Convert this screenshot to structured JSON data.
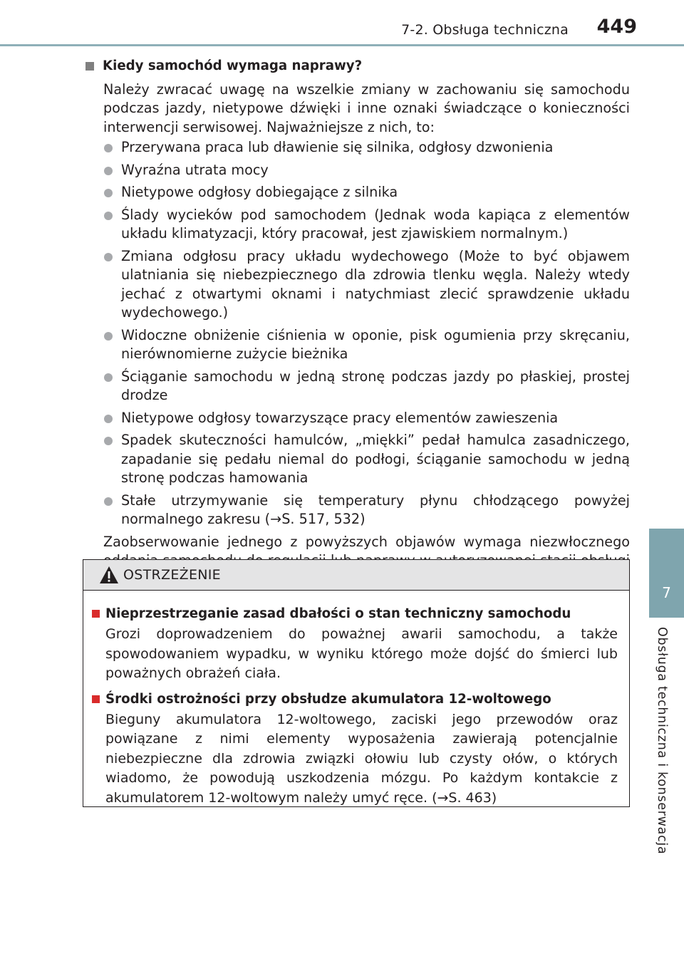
{
  "header": {
    "section": "7-2. Obsługa techniczna",
    "page_number": "449"
  },
  "side_tab": {
    "number": "7",
    "text": "Obsługa techniczna i konserwacja"
  },
  "section": {
    "heading": "Kiedy samochód wymaga naprawy?",
    "intro": "Należy zwracać uwagę na wszelkie zmiany w zachowaniu się samochodu podczas jazdy, nietypowe dźwięki i inne oznaki świadczące o konieczności interwencji serwisowej. Najważniejsze z nich, to:",
    "bullets": [
      "Przerywana praca lub dławienie się silnika, odgłosy dzwonienia",
      "Wyraźna utrata mocy",
      "Nietypowe odgłosy dobiegające z silnika",
      "Ślady wycieków pod samochodem (Jednak woda kapiąca z elementów układu klimatyzacji, który pracował, jest zjawiskiem normalnym.)",
      "Zmiana odgłosu pracy układu wydechowego (Może to być objawem ulatniania się niebezpiecznego dla zdrowia tlenku węgla. Należy wtedy jechać z otwartymi oknami i natychmiast zlecić sprawdzenie układu wydechowego.)",
      "Widoczne obniżenie ciśnienia w oponie, pisk ogumienia przy skręcaniu, nierównomierne zużycie bieżnika",
      "Ściąganie samochodu w jedną stronę podczas jazdy po płaskiej, prostej drodze",
      "Nietypowe odgłosy towarzyszące pracy elementów zawieszenia",
      "Spadek skuteczności hamulców, „miękki” pedał hamulca zasadniczego, zapadanie się pedału niemal do podłogi, ściąganie samochodu w jedną stronę podczas hamowania",
      "Stałe utrzymywanie się temperatury płynu chłodzącego powyżej normalnego zakresu (→S. 517, 532)"
    ],
    "closing": "Zaobserwowanie jednego z powyższych objawów wymaga niezwłocznego oddania samochodu do regulacji lub naprawy w autoryzowanej stacji obsługi Lexusa lub innym specjalistycznym warsztacie."
  },
  "warning": {
    "title": "OSTRZEŻENIE",
    "items": [
      {
        "heading": "Nieprzestrzeganie zasad dbałości o stan techniczny samochodu",
        "text": "Grozi doprowadzeniem do poważnej awarii samochodu, a także spowodowaniem wypadku, w wyniku którego może dojść do śmierci lub poważnych obrażeń ciała."
      },
      {
        "heading": "Środki ostrożności przy obsłudze akumulatora 12-woltowego",
        "text": "Bieguny akumulatora 12-woltowego, zaciski jego przewodów oraz powiązane z nimi elementy wyposażenia zawierają potencjalnie niebezpieczne dla zdrowia związki ołowiu lub czysty ołów, o których wiadomo, że powodują uszkodzenia mózgu. Po każdym kontakcie z akumulatorem 12-woltowym należy umyć ręce. (→S. 463)"
      }
    ]
  },
  "colors": {
    "accent_teal": "#7fa5ae",
    "warning_square": "#d92b2b",
    "bullet_gray": "#a7a9ac"
  }
}
